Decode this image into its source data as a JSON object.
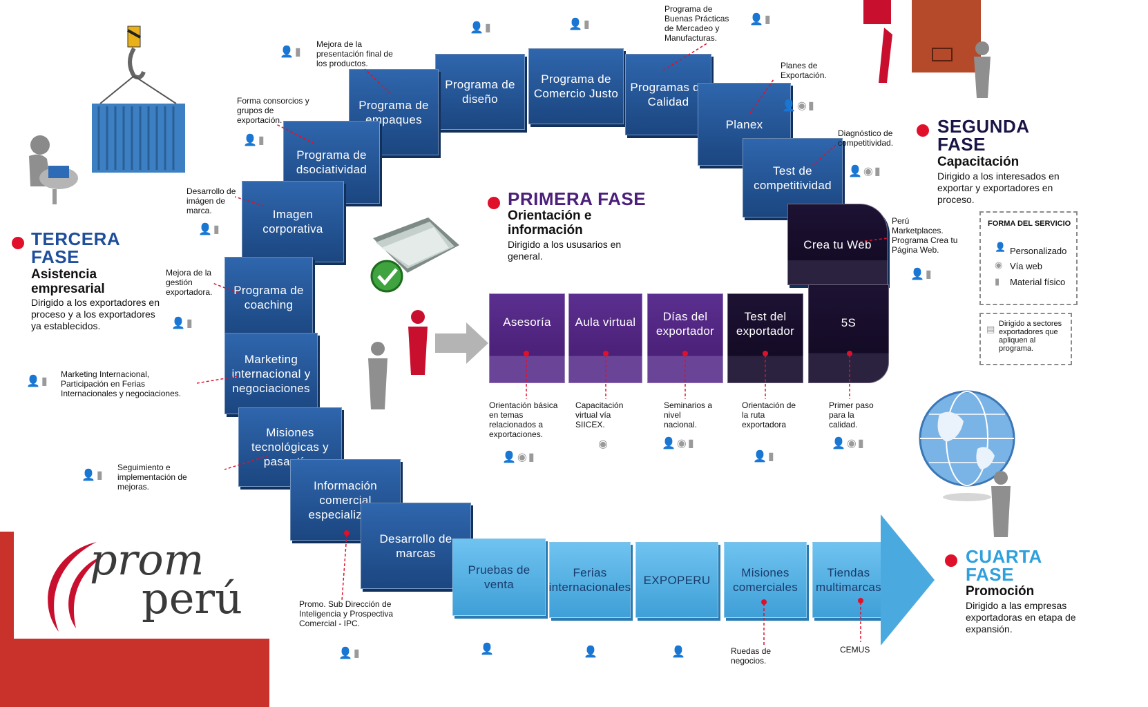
{
  "phases": {
    "primera": {
      "title": "PRIMERA FASE",
      "subtitle": "Orientación e información",
      "desc": "Dirigido a los ususarios en general."
    },
    "segunda": {
      "title": "SEGUNDA FASE",
      "subtitle": "Capacitación",
      "desc": "Dirigido a los interesados en exportar y exportadores en proceso."
    },
    "tercera": {
      "title": "TERCERA FASE",
      "subtitle": "Asistencia empresarial",
      "desc": "Dirigido a los exportadores en proceso y a los exportadores ya establecidos."
    },
    "cuarta": {
      "title": "CUARTA FASE",
      "subtitle": "Promoción",
      "desc": "Dirigido a las empresas exportadoras en etapa de expansión."
    }
  },
  "ring_segments": {
    "programa_diseno": "Programa de diseño",
    "comercio_justo": "Programa de Comercio Justo",
    "calidad": "Programas de Calidad",
    "planex": "Planex",
    "test_competitividad": "Test de competitividad",
    "crea_tu_web": "Crea tu Web",
    "empaques": "Programa de empaques",
    "asociatividad": "Programa de dsociatividad",
    "imagen": "Imagen corporativa",
    "coaching": "Programa de coaching",
    "marketing": "Marketing internacional y negociaciones",
    "misiones_tec": "Misiones tecnológicas y pasantías",
    "info_comercial": "Información comercial especializada",
    "desarrollo_marcas": "Desarrollo de marcas"
  },
  "arrow_segments": {
    "pruebas": "Pruebas de venta",
    "ferias": "Ferias internacionales",
    "expoperu": "EXPOPERU",
    "misiones_com": "Misiones comerciales",
    "tiendas": "Tiendas multimarcas"
  },
  "inner_boxes": {
    "asesoria": "Asesoría",
    "aula": "Aula virtual",
    "dias": "Días del exportador",
    "test_exp": "Test del exportador",
    "cinco_s": "5S"
  },
  "notes": {
    "buenas_practicas": "Programa de Buenas Prácticas de Mercadeo y Manufacturas.",
    "planes": "Planes de Exportación.",
    "diagnostico": "Diagnóstico de competitividad.",
    "marketplaces": "Perú Marketplaces. Programa Crea tu Página Web.",
    "mejora_presentacion": "Mejora de la presentación final de los productos.",
    "consorcios": "Forma consorcios y grupos de exportación.",
    "imagen_marca": "Desarrollo de imágen de marca.",
    "gestion": "Mejora de la gestión exportadora.",
    "mkt_note": "Marketing Internacional, Participación en Ferias Internacionales y negociaciones.",
    "seguimiento": "Seguimiento e implementación de mejoras.",
    "promo": "Promo. Sub Dirección de Inteligencia y Prospectiva Comercial - IPC.",
    "orientacion_basica": "Orientación básica en temas relacionados a exportaciones.",
    "capacitacion_virtual": "Capacitación virtual vía SIICEX.",
    "seminarios": "Seminarios a nivel nacional.",
    "ruta": "Orientación de la ruta exportadora",
    "primer_paso": "Primer paso para la calidad.",
    "ruedas": "Ruedas de negocios.",
    "cemus": "CEMUS"
  },
  "legend": {
    "title": "FORMA DEL SERVICIO",
    "items": [
      "Personalizado",
      "Vía web",
      "Material físico"
    ],
    "note": "Dirigido a sectores exportadores que apliquen al programa."
  },
  "logo": {
    "line1": "prom",
    "line2": "perú"
  },
  "colors": {
    "primera": "#4b1f7a",
    "segunda": "#1a1446",
    "tercera": "#1f4f9b",
    "cuarta": "#2ea0dc",
    "accent": "#e0102a"
  },
  "icons": [
    "person-icon",
    "globe-icon",
    "document-icon",
    "arrow-right-icon",
    "checkmark-icon"
  ]
}
